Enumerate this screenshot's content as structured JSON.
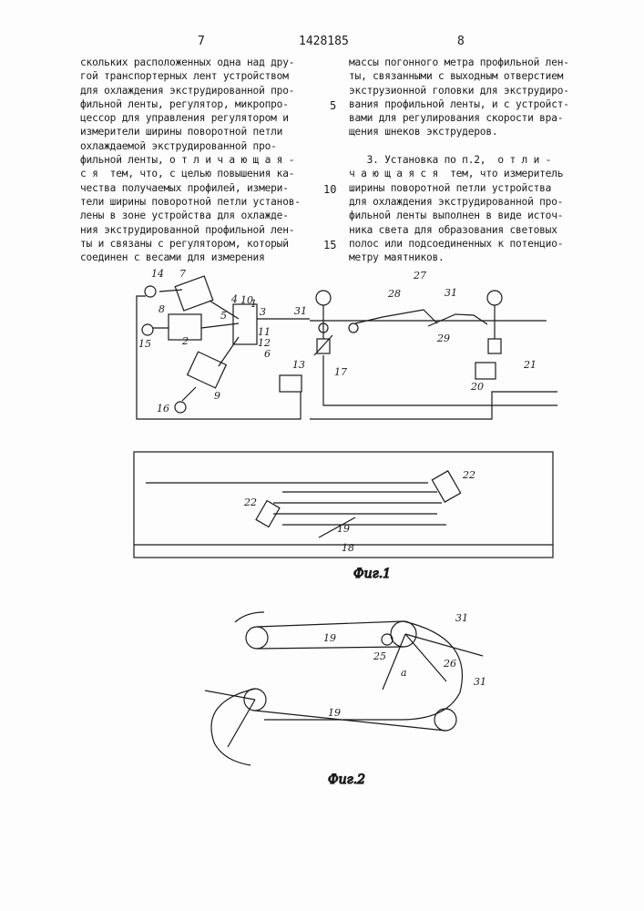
{
  "header": {
    "left_page": "7",
    "patent_number": "1428185",
    "right_page": "8"
  },
  "left_column": [
    "скольких расположенных одна над дру-",
    "гой транспортерных лент устройством",
    "для охлаждения экструдированной про-",
    "фильной ленты, регулятор, микропро-",
    "цессор для управления регулятором и",
    "измерители ширины поворотной петли",
    "охлаждаемой экструдированной про-",
    "фильной ленты, о т л и ч а ю щ а я -",
    "с я  тем, что, с целью повышения ка-",
    "чества получаемых профилей, измери-",
    "тели ширины поворотной петли установ-",
    "лены в зоне устройства для охлажде-",
    "ния экструдированной профильной лен-",
    "ты и связаны с регулятором, который",
    "соединен с весами для измерения"
  ],
  "right_column": [
    "массы погонного метра профильной лен-",
    "ты, связанными с выходным отверстием",
    "экструзионной головки для экструдиро-",
    "вания профильной ленты, и с устройст-",
    "вами для регулирования скорости вра-",
    "щения шнеков экструдеров.",
    "",
    "   3. Установка по п.2,  о т л и -",
    "ч а ю щ а я с я  тем, что измеритель",
    "ширины поворотной петли устройства",
    "для охлаждения экструдированной про-",
    "фильной ленты выполнен в виде источ-",
    "ника света для образования световых",
    "полос или подсоединенных к потенцио-",
    "метру маятников."
  ],
  "line_numbers": [
    "5",
    "10",
    "15"
  ],
  "figure1": {
    "caption": "Фиг.1",
    "labels": [
      "14",
      "7",
      "4",
      "10",
      "1",
      "3",
      "5",
      "11",
      "8",
      "12",
      "2",
      "6",
      "15",
      "9",
      "16",
      "13",
      "31",
      "17",
      "28",
      "27",
      "31",
      "29",
      "21",
      "20",
      "22",
      "22",
      "19",
      "18"
    ]
  },
  "figure2": {
    "caption": "Фиг.2",
    "labels": [
      "31",
      "19",
      "25",
      "26",
      "a",
      "31",
      "19"
    ]
  }
}
